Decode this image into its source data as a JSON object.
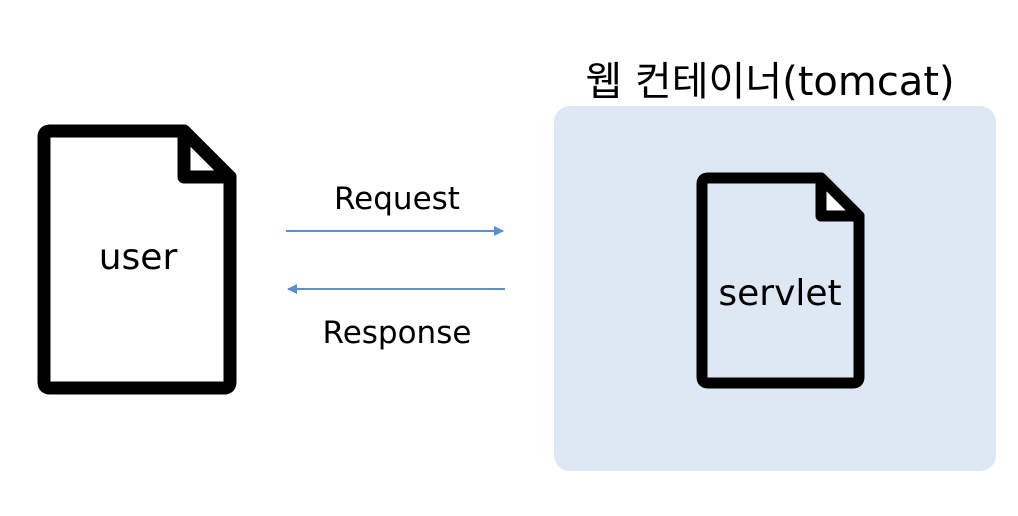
{
  "container": {
    "title": "웹 컨테이너(tomcat)",
    "fill_color": "#dee8f4"
  },
  "documents": {
    "user": {
      "label": "user",
      "icon": "document-icon"
    },
    "servlet": {
      "label": "servlet",
      "icon": "document-icon"
    }
  },
  "arrows": {
    "request": {
      "label": "Request",
      "direction": "right"
    },
    "response": {
      "label": "Response",
      "direction": "left"
    },
    "color": "#5b8fd1"
  }
}
